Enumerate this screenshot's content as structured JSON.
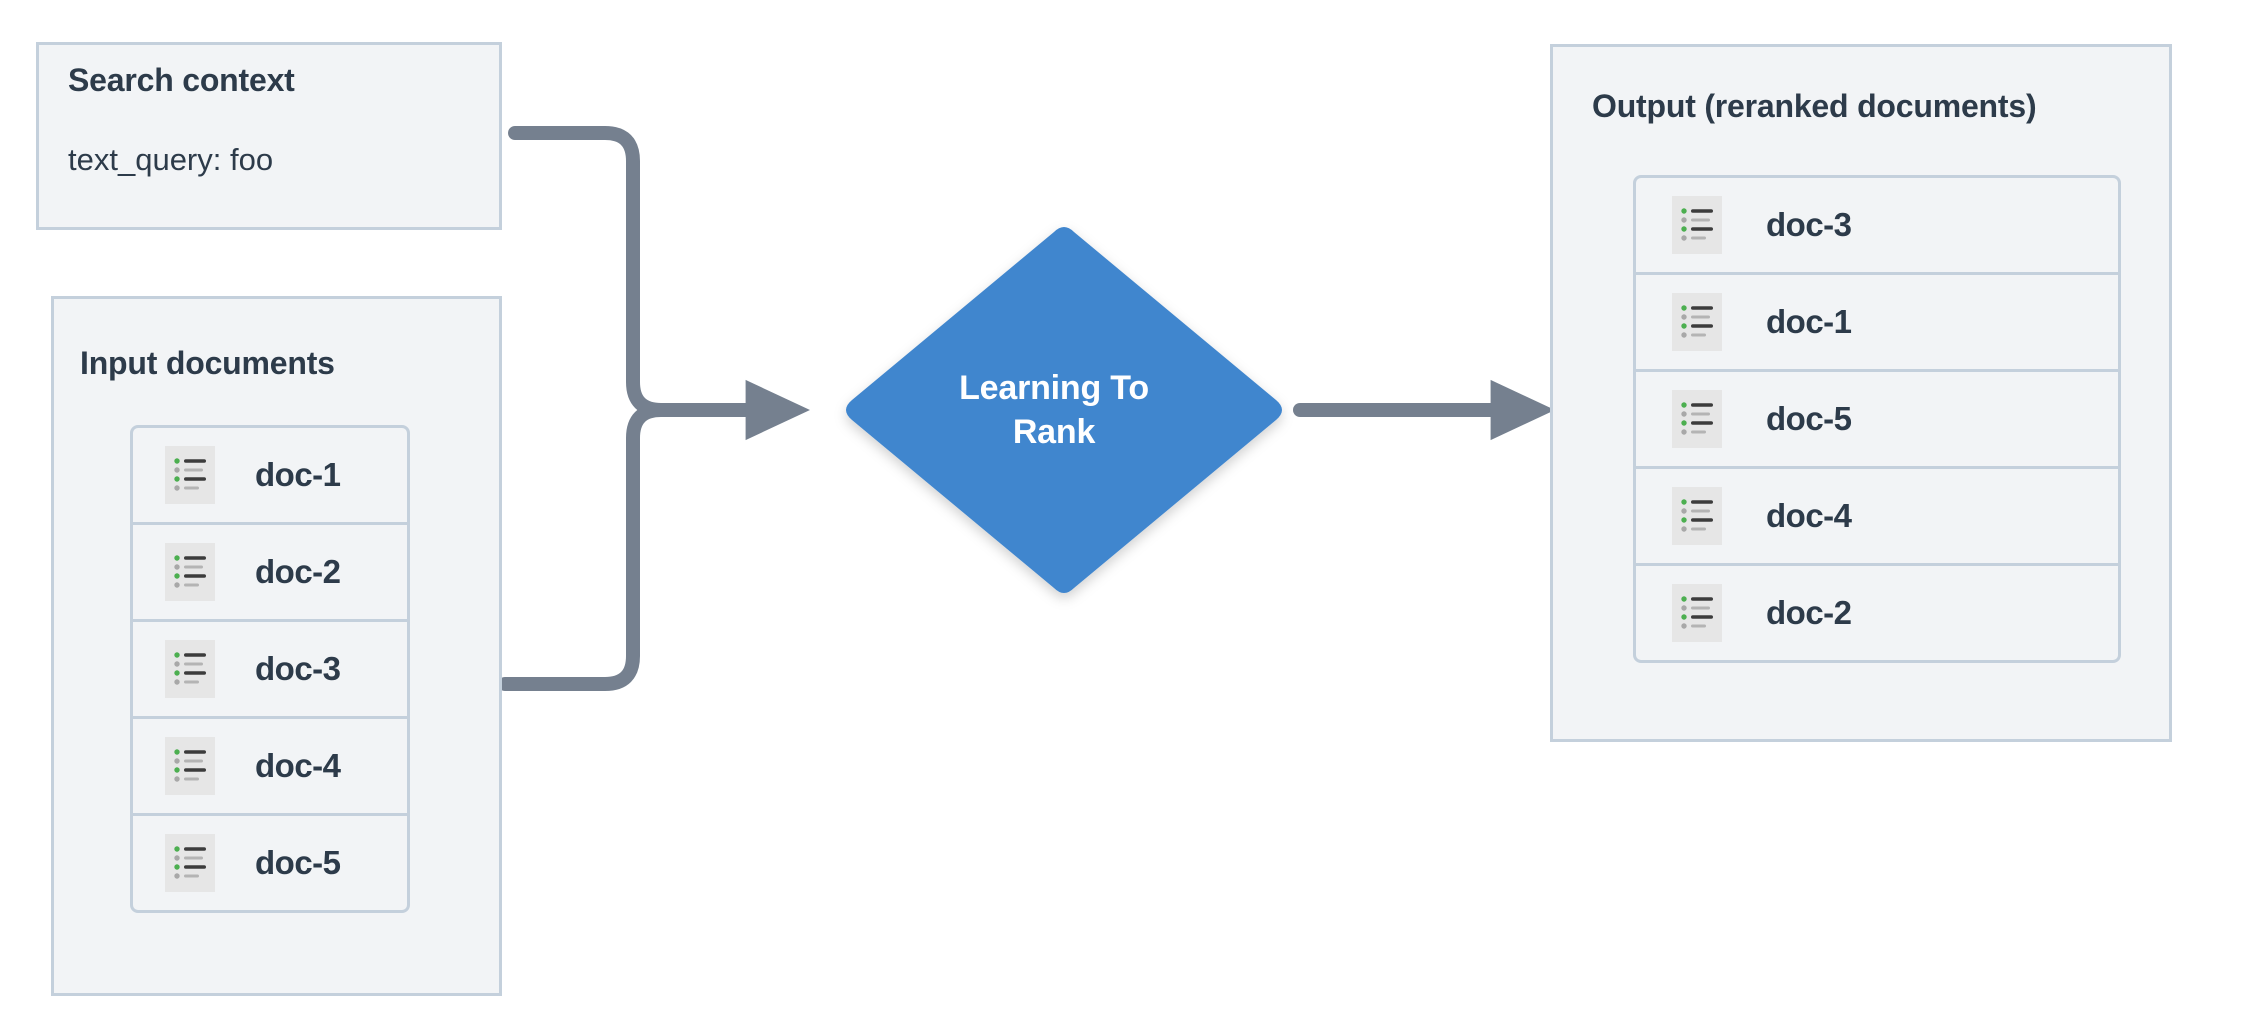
{
  "diagram": {
    "title": "Learning To Rank reranking flow",
    "background": "#ffffff",
    "colors": {
      "panel_fill": "#f2f4f6",
      "panel_border": "#c4d0dc",
      "text": "#2d3b4a",
      "node_fill": "#4186ce",
      "node_text": "#ffffff",
      "connector": "#75808f",
      "icon_bg": "#e6e6e6",
      "icon_bullet_green": "#4caf50",
      "icon_bullet_gray": "#a8a8a8",
      "icon_line_dark": "#3c3c3c",
      "icon_line_light": "#b4b4b4"
    }
  },
  "search_context": {
    "title": "Search context",
    "query_label": "text_query: foo"
  },
  "input_documents": {
    "title": "Input documents",
    "items": [
      {
        "label": "doc-1",
        "icon": "document-list-icon"
      },
      {
        "label": "doc-2",
        "icon": "document-list-icon"
      },
      {
        "label": "doc-3",
        "icon": "document-list-icon"
      },
      {
        "label": "doc-4",
        "icon": "document-list-icon"
      },
      {
        "label": "doc-5",
        "icon": "document-list-icon"
      }
    ]
  },
  "process_node": {
    "label": "Learning To\nRank",
    "label_line1": "Learning To",
    "label_line2": "Rank",
    "shape": "diamond"
  },
  "output_documents": {
    "title": "Output (reranked documents)",
    "items": [
      {
        "label": "doc-3",
        "icon": "document-list-icon"
      },
      {
        "label": "doc-1",
        "icon": "document-list-icon"
      },
      {
        "label": "doc-5",
        "icon": "document-list-icon"
      },
      {
        "label": "doc-4",
        "icon": "document-list-icon"
      },
      {
        "label": "doc-2",
        "icon": "document-list-icon"
      }
    ]
  },
  "connectors": [
    {
      "name": "search-context-to-ltr",
      "from": "Search context",
      "to": "Learning To Rank",
      "arrow": true
    },
    {
      "name": "input-documents-to-ltr",
      "from": "Input documents",
      "to": "Learning To Rank",
      "arrow": true
    },
    {
      "name": "ltr-to-output",
      "from": "Learning To Rank",
      "to": "Output (reranked documents)",
      "arrow": true
    }
  ]
}
